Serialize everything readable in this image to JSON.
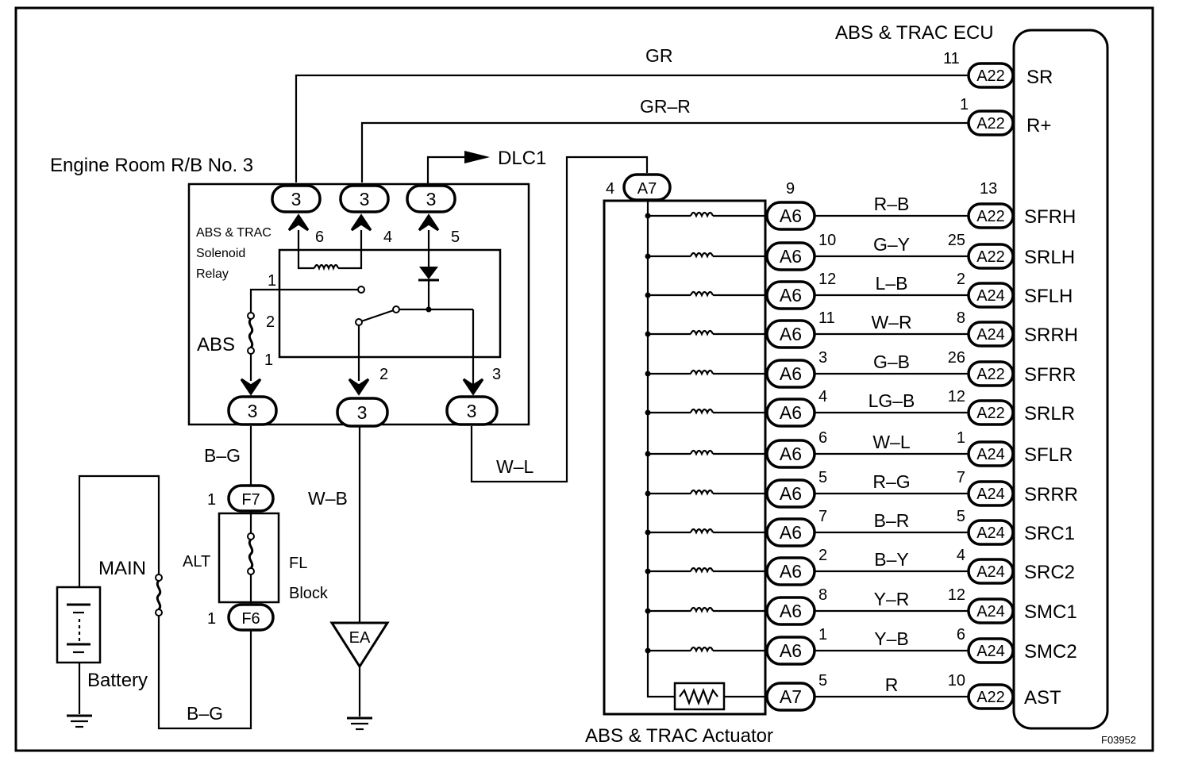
{
  "labels": {
    "ecu": "ABS & TRAC ECU",
    "relay_block": "Engine Room R/B No. 3",
    "relay_line1": "ABS & TRAC",
    "relay_line2": "Solenoid",
    "relay_line3": "Relay",
    "dlc": "DLC1",
    "abs_fuse": "ABS",
    "main_fuse": "MAIN",
    "alt": "ALT",
    "fl": "FL",
    "block": "Block",
    "battery": "Battery",
    "actuator": "ABS & TRAC Actuator",
    "figure_id": "F03952"
  },
  "top_wires": {
    "sr_color": "GR",
    "sr_pin": "11",
    "sr_conn": "A22",
    "sr_term": "SR",
    "rplus_color": "GR–R",
    "rplus_pin": "1",
    "rplus_conn": "A22",
    "rplus_term": "R+"
  },
  "relay": {
    "top_connectors": [
      "3",
      "3",
      "3"
    ],
    "bottom_connectors": [
      "3",
      "3",
      "3"
    ],
    "top_pins": [
      "6",
      "4",
      "5"
    ],
    "bottom_pins": [
      "2",
      "3"
    ],
    "switch_pin": "1",
    "fuse_pin_top": "2",
    "fuse_pin_bottom": "1"
  },
  "lower_wires": {
    "bg_color": "B–G",
    "wb_color": "W–B",
    "wl_color": "W–L",
    "bg_bottom_color": "B–G",
    "f7_conn": "F7",
    "f7_pin": "1",
    "f6_conn": "F6",
    "f6_pin": "1",
    "ground": "EA"
  },
  "actuator": {
    "a7_pin": "4",
    "a7_conn": "A7"
  },
  "solenoid_rows": [
    {
      "act_pin": "9",
      "act_conn": "A6",
      "color": "R–B",
      "ecu_pin": "13",
      "ecu_conn": "A22",
      "term": "SFRH"
    },
    {
      "act_pin": "10",
      "act_conn": "A6",
      "color": "G–Y",
      "ecu_pin": "25",
      "ecu_conn": "A22",
      "term": "SRLH"
    },
    {
      "act_pin": "12",
      "act_conn": "A6",
      "color": "L–B",
      "ecu_pin": "2",
      "ecu_conn": "A24",
      "term": "SFLH"
    },
    {
      "act_pin": "11",
      "act_conn": "A6",
      "color": "W–R",
      "ecu_pin": "8",
      "ecu_conn": "A24",
      "term": "SRRH"
    },
    {
      "act_pin": "3",
      "act_conn": "A6",
      "color": "G–B",
      "ecu_pin": "26",
      "ecu_conn": "A22",
      "term": "SFRR"
    },
    {
      "act_pin": "4",
      "act_conn": "A6",
      "color": "LG–B",
      "ecu_pin": "12",
      "ecu_conn": "A22",
      "term": "SRLR"
    },
    {
      "act_pin": "6",
      "act_conn": "A6",
      "color": "W–L",
      "ecu_pin": "1",
      "ecu_conn": "A24",
      "term": "SFLR"
    },
    {
      "act_pin": "5",
      "act_conn": "A6",
      "color": "R–G",
      "ecu_pin": "7",
      "ecu_conn": "A24",
      "term": "SRRR"
    },
    {
      "act_pin": "7",
      "act_conn": "A6",
      "color": "B–R",
      "ecu_pin": "5",
      "ecu_conn": "A24",
      "term": "SRC1"
    },
    {
      "act_pin": "2",
      "act_conn": "A6",
      "color": "B–Y",
      "ecu_pin": "4",
      "ecu_conn": "A24",
      "term": "SRC2"
    },
    {
      "act_pin": "8",
      "act_conn": "A6",
      "color": "Y–R",
      "ecu_pin": "12",
      "ecu_conn": "A24",
      "term": "SMC1"
    },
    {
      "act_pin": "1",
      "act_conn": "A6",
      "color": "Y–B",
      "ecu_pin": "6",
      "ecu_conn": "A24",
      "term": "SMC2"
    },
    {
      "act_pin": "5",
      "act_conn": "A7",
      "color": "R",
      "ecu_pin": "10",
      "ecu_conn": "A22",
      "term": "AST"
    }
  ]
}
